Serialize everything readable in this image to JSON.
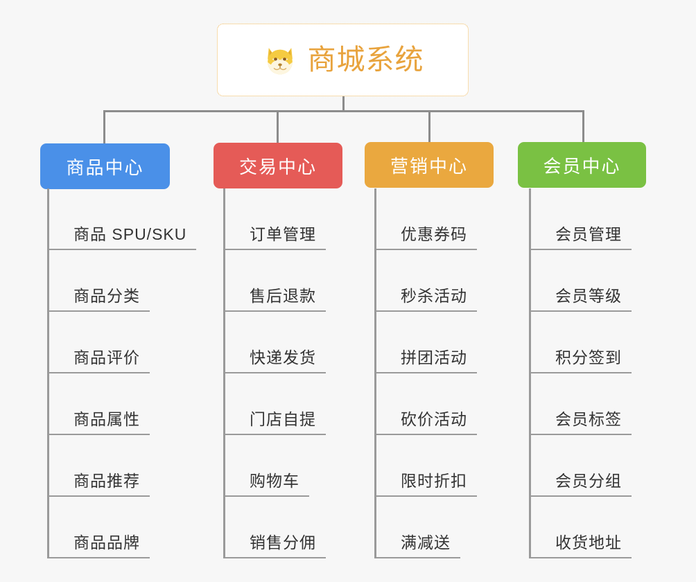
{
  "page": {
    "background_color": "#f7f7f7",
    "line_color": "#8c8c8c",
    "title": "商城系统"
  },
  "root": {
    "icon": "shiba-dog-face-emoji",
    "label": "商城系统",
    "text_color": "#e8a33d",
    "border_color": "#f0b95b",
    "background_color": "#ffffff"
  },
  "branches": [
    {
      "id": "product-center",
      "label": "商品中心",
      "color": "#4a90e8",
      "items": [
        {
          "label": "商品 SPU/SKU"
        },
        {
          "label": "商品分类"
        },
        {
          "label": "商品评价"
        },
        {
          "label": "商品属性"
        },
        {
          "label": "商品推荐"
        },
        {
          "label": "商品品牌"
        }
      ]
    },
    {
      "id": "trade-center",
      "label": "交易中心",
      "color": "#e55b57",
      "items": [
        {
          "label": "订单管理"
        },
        {
          "label": "售后退款"
        },
        {
          "label": "快递发货"
        },
        {
          "label": "门店自提"
        },
        {
          "label": "购物车"
        },
        {
          "label": "销售分佣"
        }
      ]
    },
    {
      "id": "marketing-center",
      "label": "营销中心",
      "color": "#eaa83f",
      "items": [
        {
          "label": "优惠券码"
        },
        {
          "label": "秒杀活动"
        },
        {
          "label": "拼团活动"
        },
        {
          "label": "砍价活动"
        },
        {
          "label": "限时折扣"
        },
        {
          "label": "满减送"
        }
      ]
    },
    {
      "id": "member-center",
      "label": "会员中心",
      "color": "#7ac143",
      "items": [
        {
          "label": "会员管理"
        },
        {
          "label": "会员等级"
        },
        {
          "label": "积分签到"
        },
        {
          "label": "会员标签"
        },
        {
          "label": "会员分组"
        },
        {
          "label": "收货地址"
        }
      ]
    }
  ]
}
